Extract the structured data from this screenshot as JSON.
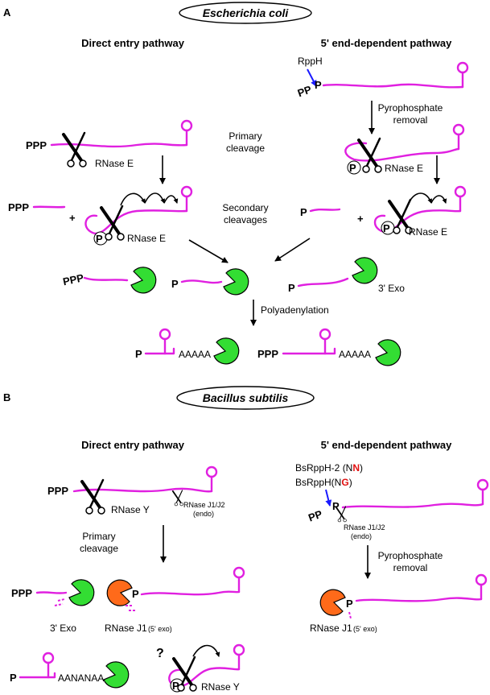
{
  "panel_a": {
    "letter": "A",
    "organism": "Escherichia coli",
    "direct_title": "Direct entry pathway",
    "dependent_title": "5' end-dependent pathway",
    "rpph": "RppH",
    "pp": "PP",
    "p": "P",
    "ppp": "PPP",
    "plus": "+",
    "pyro_line1": "Pyrophosphate",
    "pyro_line2": "removal",
    "primary_line1": "Primary",
    "primary_line2": "cleavage",
    "secondary_line1": "Secondary",
    "secondary_line2": "cleavages",
    "rnase_e": "RNase E",
    "exo3": "3' Exo",
    "polyadenylation": "Polyadenylation",
    "polya": "AAAAA"
  },
  "panel_b": {
    "letter": "B",
    "organism": "Bacillus subtilis",
    "direct_title": "Direct entry pathway",
    "dependent_title": "5' end-dependent pathway",
    "bsrpph2": "BsRppH-2 (N",
    "bsrpph2_red": "N",
    "bsrpph2_close": ")",
    "bsrpph": "BsRppH(N",
    "bsrpph_red": "G",
    "bsrpph_close": ")",
    "ppp": "PPP",
    "pp": "PP",
    "p": "P",
    "rnase_y": "RNase Y",
    "rnase_j1j2": "RNase J1/J2",
    "endo": "(endo)",
    "primary_line1": "Primary",
    "primary_line2": "cleavage",
    "pyro_line1": "Pyrophosphate",
    "pyro_line2": "removal",
    "exo3": "3' Exo",
    "rnase_j1": "RNase J1",
    "exo5": "(5' exo)",
    "question": "?",
    "polya": "AANANAA"
  },
  "colors": {
    "rna": "#e020e0",
    "exo_green": "#33dd33",
    "exo_orange": "#ff6a1a",
    "rpph_arrow": "#1a1aff",
    "highlight_red": "#e01010"
  }
}
